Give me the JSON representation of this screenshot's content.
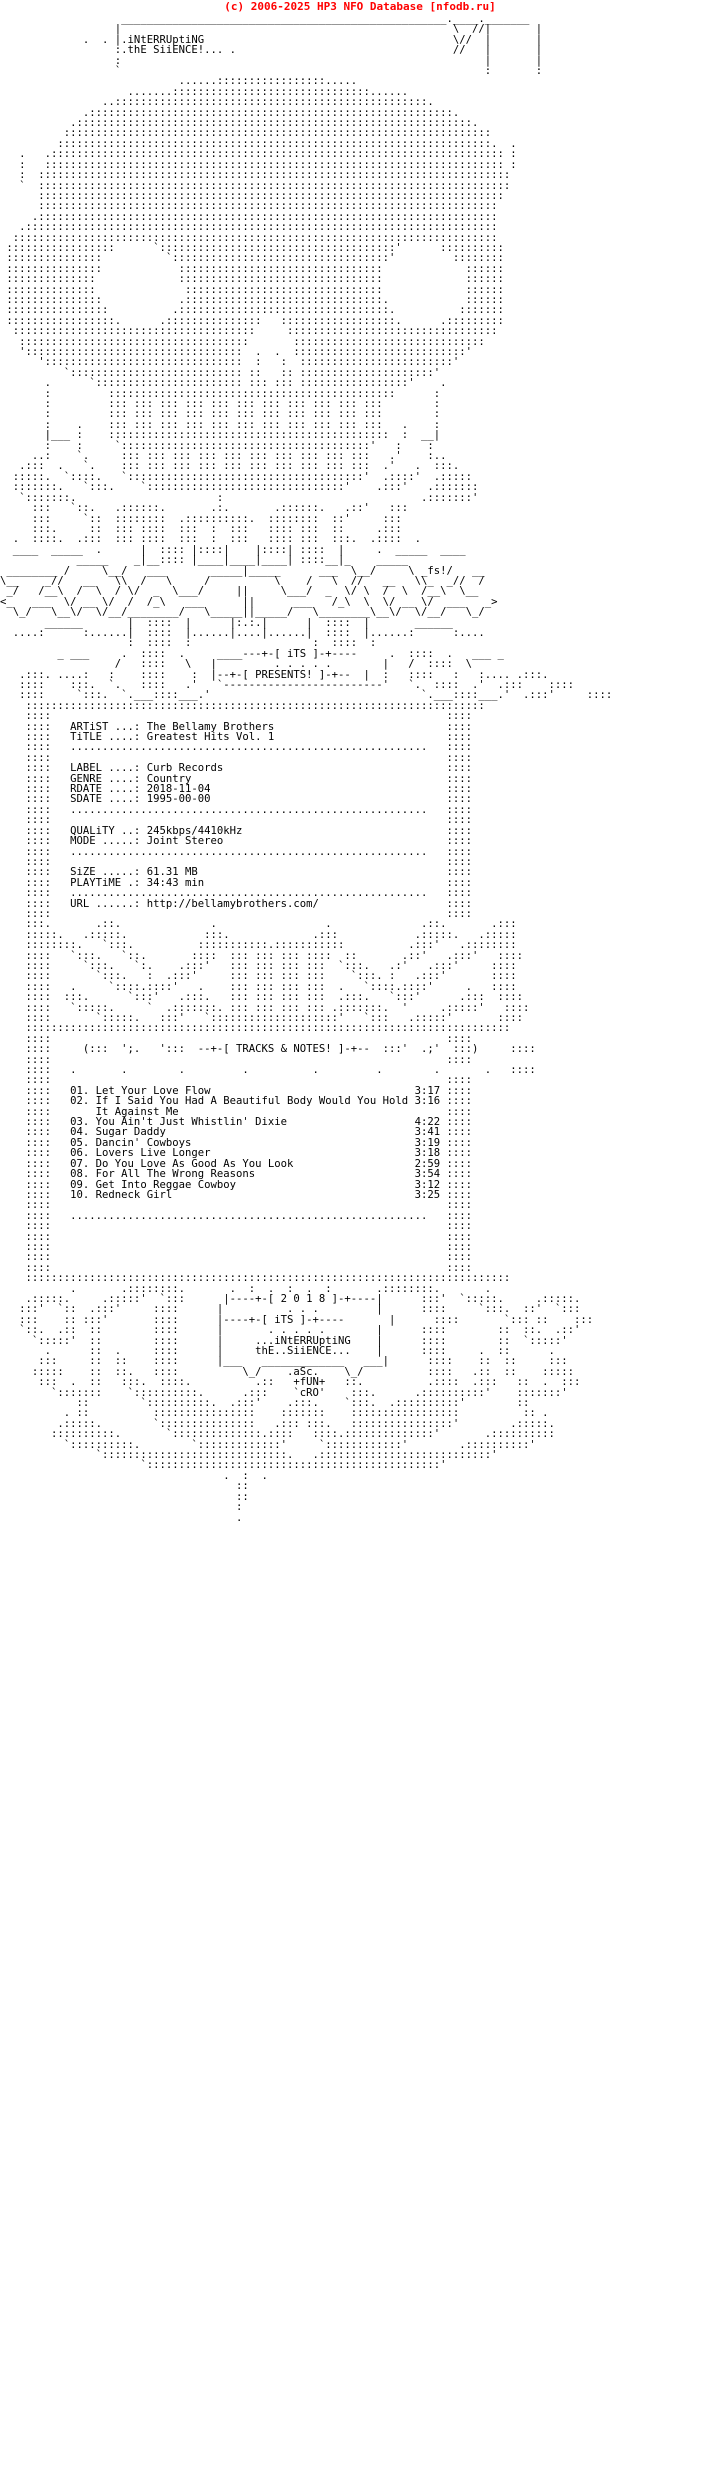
{
  "header": {
    "banner": "(c) 2006-2025 HP3 NFO Database [nfodb.ru]"
  },
  "release": {
    "group": "iNtERRUptiNG thE SiiENCE",
    "presents": "PRESENTS!",
    "artist_label": "ARTiST ...:",
    "artist": "The Bellamy Brothers",
    "title_label": "TiTLE ....:",
    "title": "Greatest Hits Vol. 1",
    "label_label": "LABEL ....:",
    "label": "Curb Records",
    "genre_label": "GENRE ....:",
    "genre": "Country",
    "rdate_label": "RDATE ....:",
    "rdate": "2018-11-04",
    "sdate_label": "SDATE ....:",
    "sdate": "1995-00-00",
    "quality_label": "QUALiTY ..:",
    "quality": "245kbps/4410kHz",
    "mode_label": "MODE .....:",
    "mode": "Joint Stereo",
    "size_label": "SiZE .....:",
    "size": "61.31 MB",
    "playtime_label": "PLAYTiME .:",
    "playtime": "34:43 min",
    "url_label": "URL ......:",
    "url": "http://bellamybrothers.com/",
    "tracks_heading": "TRACKS & NOTES!",
    "tracks": [
      {
        "no": "01.",
        "title": "Let Your Love Flow",
        "time": "3:17"
      },
      {
        "no": "02.",
        "title": "If I Said You Had A Beautiful Body Would You Hold\n    It Against Me",
        "time": "3:16"
      },
      {
        "no": "03.",
        "title": "You Ain't Just Whistlin' Dixie",
        "time": "4:22"
      },
      {
        "no": "04.",
        "title": "Sugar Daddy",
        "time": "3:41"
      },
      {
        "no": "05.",
        "title": "Dancin' Cowboys",
        "time": "3:19"
      },
      {
        "no": "06.",
        "title": "Lovers Live Longer",
        "time": "3:18"
      },
      {
        "no": "07.",
        "title": "Do You Love As Good As You Look",
        "time": "2:59"
      },
      {
        "no": "08.",
        "title": "For All The Wrong Reasons",
        "time": "3:54"
      },
      {
        "no": "09.",
        "title": "Get Into Reggae Cowboy",
        "time": "3:12"
      },
      {
        "no": "10.",
        "title": "Redneck Girl",
        "time": "3:25"
      }
    ],
    "year": "2 0 1 8",
    "its": "iTS",
    "footer_group": "...iNtERRUptiNG\nthE..SiiENCE...",
    "credits": ".aSc.\n+fUN+\n`cRO'"
  }
}
